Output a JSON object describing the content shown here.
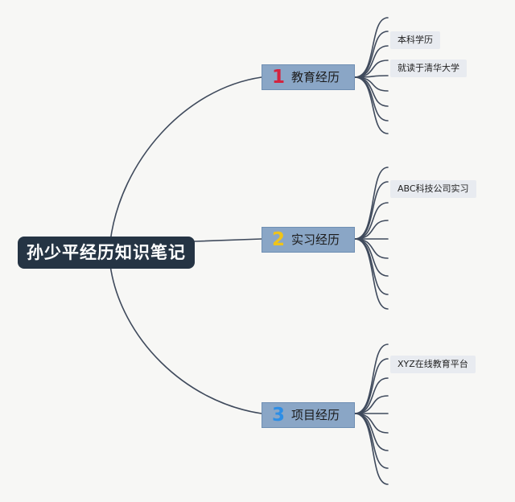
{
  "root": {
    "title": "孙少平经历知识笔记"
  },
  "branches": [
    {
      "number": "1",
      "number_color": "#d3233f",
      "label": "教育经历",
      "leaves": [
        "本科学历",
        "就读于清华大学"
      ],
      "empty_lines": 8
    },
    {
      "number": "2",
      "number_color": "#f0c419",
      "label": "实习经历",
      "leaves": [
        "ABC科技公司实习"
      ],
      "empty_lines": 8
    },
    {
      "number": "3",
      "number_color": "#2d8ee6",
      "label": "项目经历",
      "leaves": [
        "XYZ在线教育平台"
      ],
      "empty_lines": 8
    }
  ],
  "colors": {
    "line": "#3f4a5c",
    "root_bg": "#253444",
    "branch_bg": "#8aa6c6",
    "leaf_bg": "#e8ebf0"
  }
}
